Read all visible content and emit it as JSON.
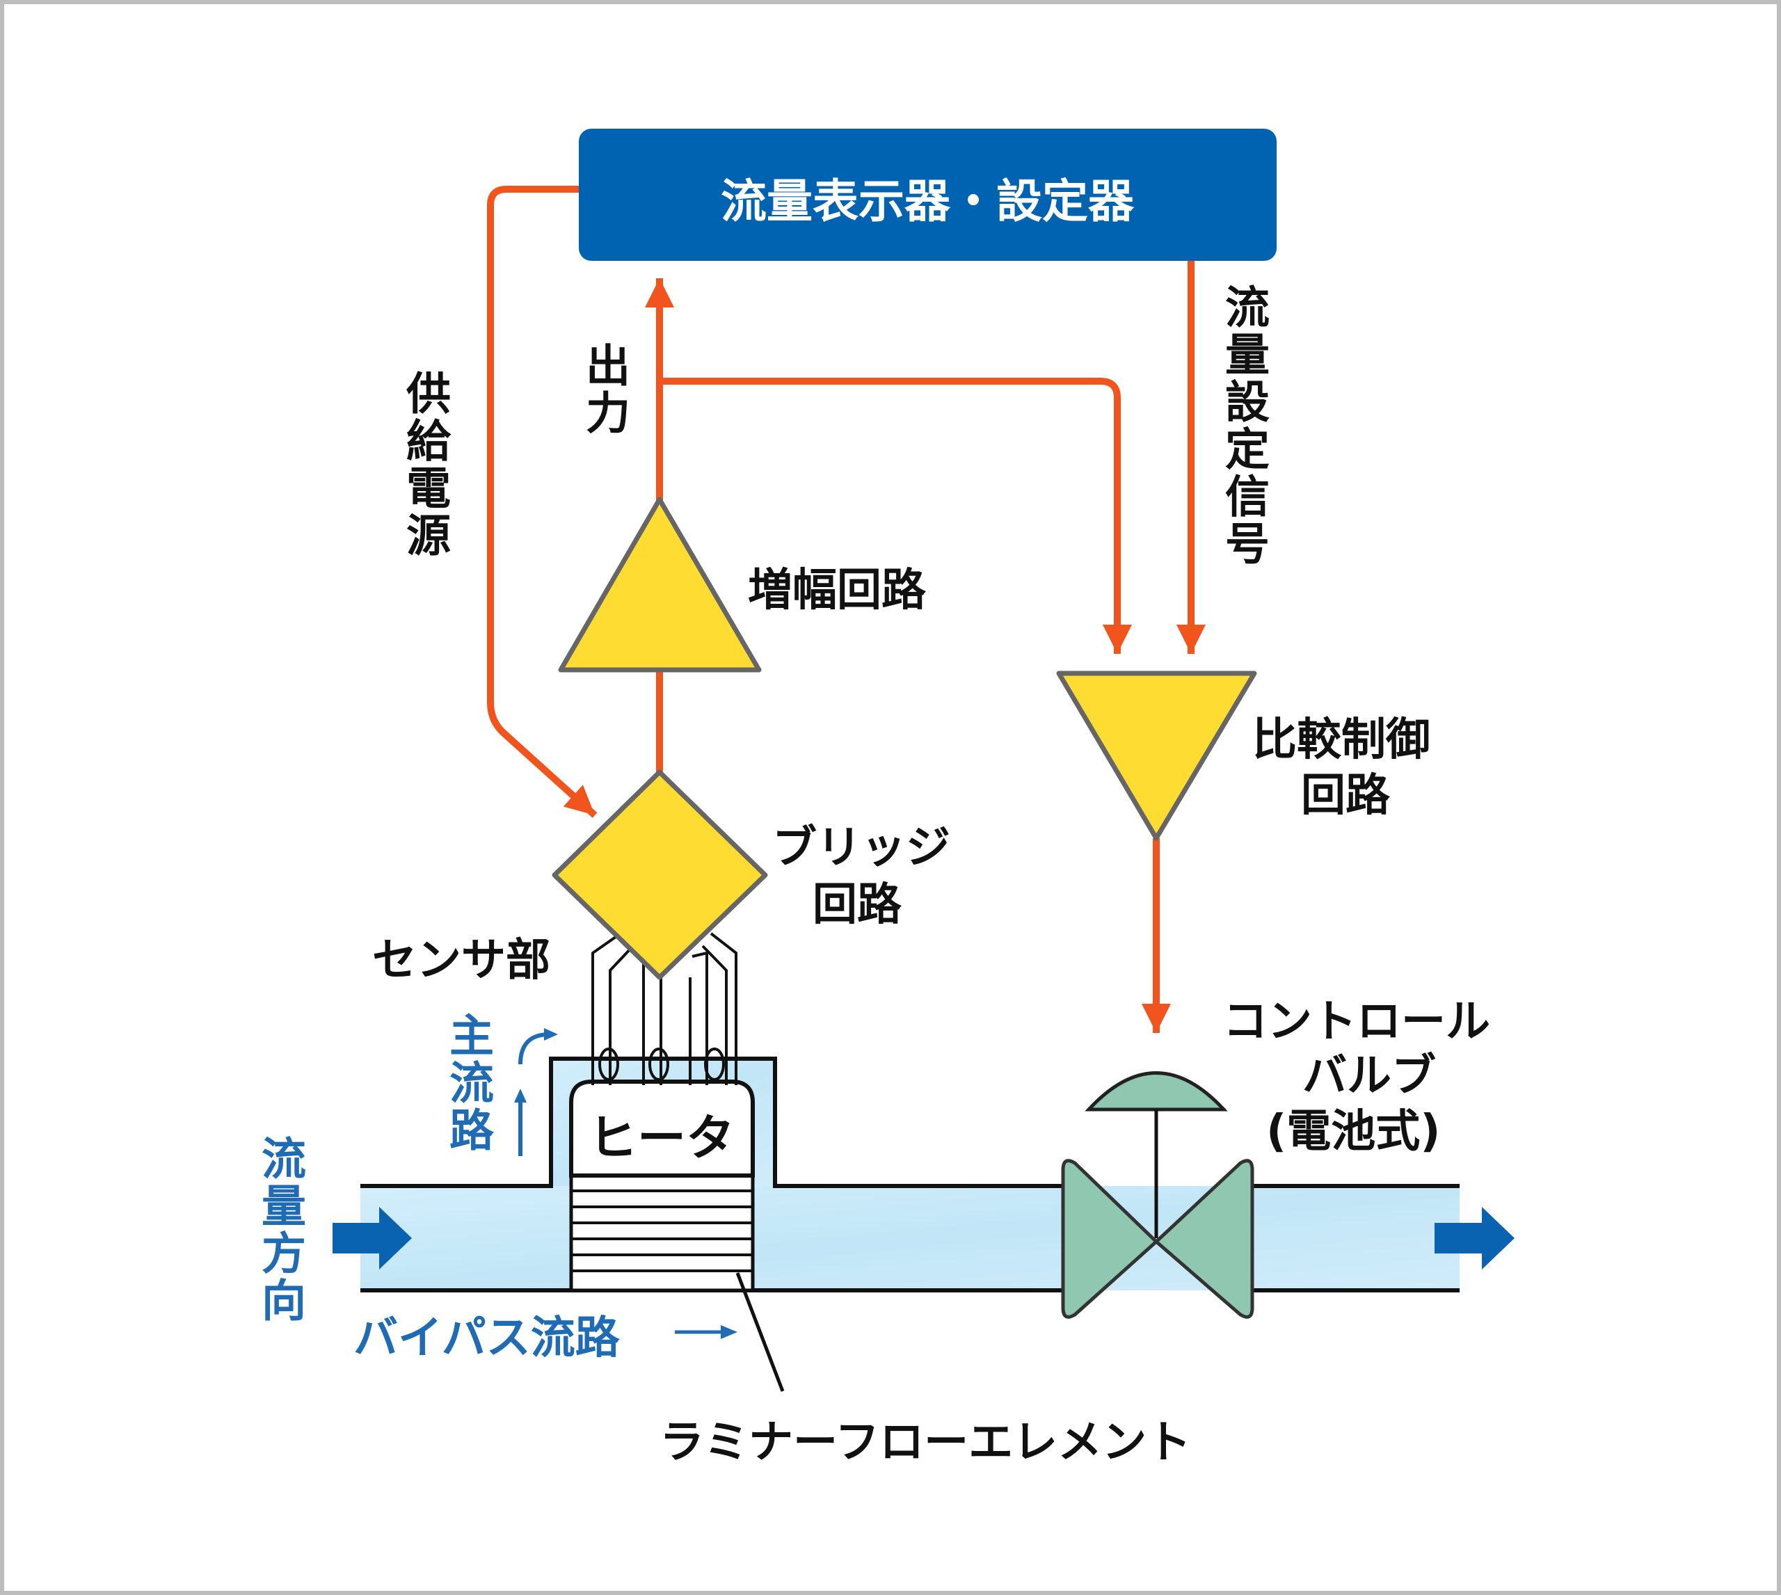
{
  "colors": {
    "signal": "#f2541d",
    "display_box": "#0063b1",
    "component_fill": "#fedc32",
    "component_stroke": "#666666",
    "valve_fill": "#8fc7b0",
    "pipe_fill": "#c8e9f8",
    "flow_arrow": "#0a63b0",
    "flow_text": "#1f6cb5"
  },
  "labels": {
    "display": "流量表示器・設定器",
    "supply_power": "供給電源",
    "output": "出力",
    "flow_setpoint_signal": "流量設定信号",
    "amplifier": "増幅回路",
    "comparator_line1": "比較制御",
    "comparator_line2": "回路",
    "bridge_line1": "ブリッジ",
    "bridge_line2": "回路",
    "sensor": "センサ部",
    "main_path": "主流路",
    "heater": "ヒータ",
    "flow_direction": "流量方向",
    "bypass": "バイパス流路",
    "laminar": "ラミナーフローエレメント",
    "valve_line1": "コントロール",
    "valve_line2": "バルブ",
    "valve_line3": "(電池式)"
  },
  "icons": {
    "flow_in": "right-arrow-icon",
    "flow_out": "right-arrow-icon",
    "amplifier": "triangle-up-icon",
    "comparator": "triangle-down-icon",
    "bridge": "diamond-icon",
    "valve": "control-valve-icon"
  }
}
